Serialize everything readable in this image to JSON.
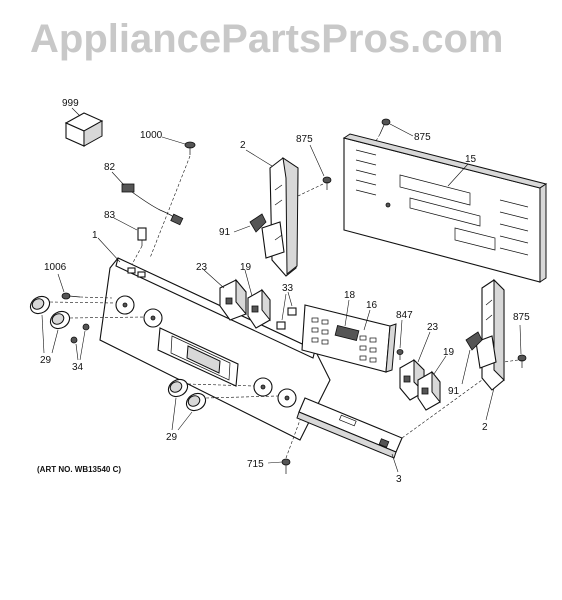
{
  "watermark": "AppliancePartsPros.com",
  "art_no": "(ART NO. WB13540 C)",
  "callouts": {
    "c999": "999",
    "c1000": "1000",
    "c82": "82",
    "c83": "83",
    "c1": "1",
    "c1006": "1006",
    "c29a": "29",
    "c34": "34",
    "c2a": "2",
    "c91a": "91",
    "c875a": "875",
    "c875b": "875",
    "c15": "15",
    "c23a": "23",
    "c19a": "19",
    "c33": "33",
    "c18": "18",
    "c16": "16",
    "c847": "847",
    "c23b": "23",
    "c19b": "19",
    "c875c": "875",
    "c91b": "91",
    "c2b": "2",
    "c29b": "29",
    "c715": "715",
    "c3": "3"
  }
}
